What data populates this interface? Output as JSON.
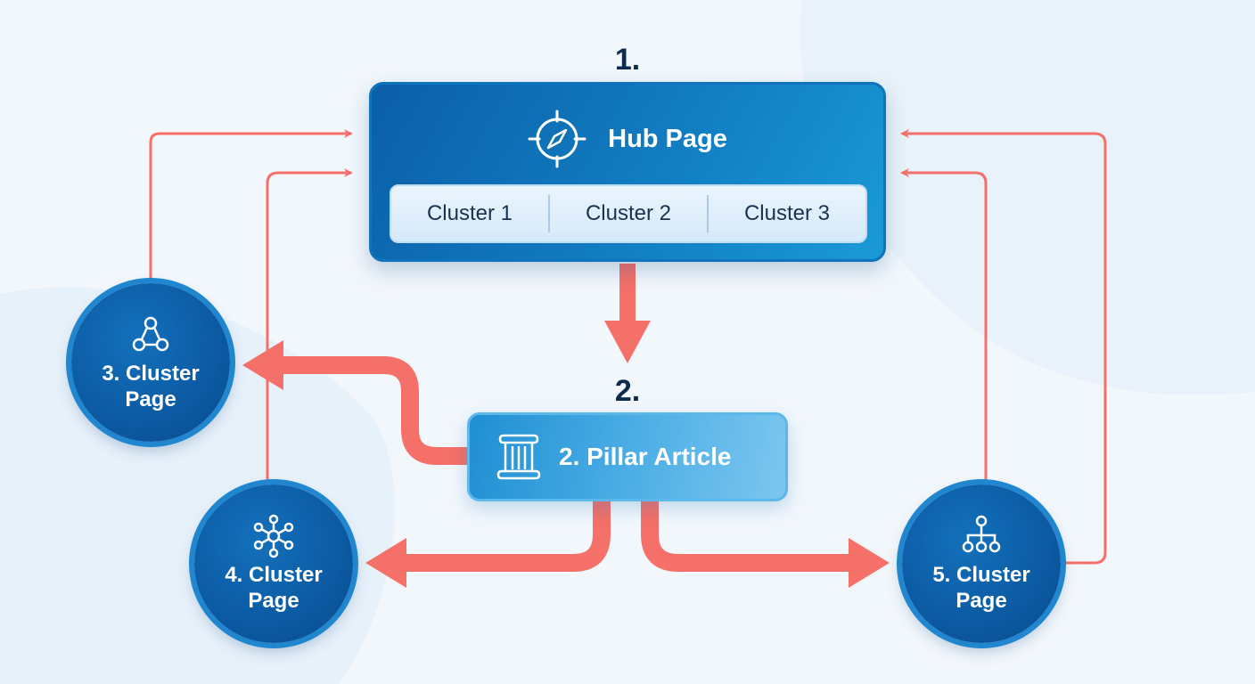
{
  "colors": {
    "arrow": "#f47068",
    "hub_fill": "#0b6cb5",
    "pillar_fill": "#3aa3df",
    "circle_fill": "#0c5aa3",
    "number_text": "#0d2b4e"
  },
  "hub": {
    "number": "1.",
    "title": "Hub Page",
    "icon": "compass-icon",
    "clusters": [
      "Cluster 1",
      "Cluster 2",
      "Cluster 3"
    ]
  },
  "pillar": {
    "number": "2.",
    "title": "2. Pillar Article",
    "icon": "scroll-icon"
  },
  "cluster_pages": [
    {
      "line1": "3. Cluster",
      "line2": "Page",
      "icon": "triangle-nodes-icon"
    },
    {
      "line1": "4. Cluster",
      "line2": "Page",
      "icon": "hub-network-icon"
    },
    {
      "line1": "5. Cluster",
      "line2": "Page",
      "icon": "tree-network-icon"
    }
  ]
}
